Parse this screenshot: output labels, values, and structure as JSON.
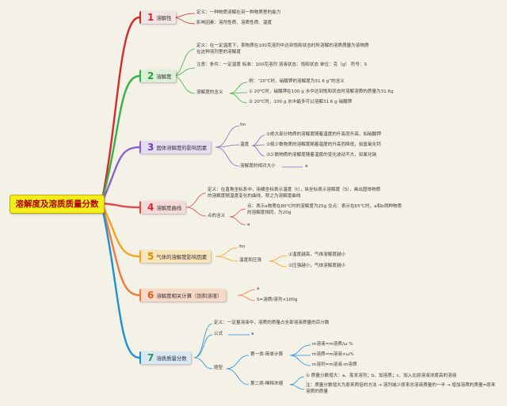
{
  "root": {
    "label": "溶解度及溶质质量分数"
  },
  "branches": [
    {
      "num": "1",
      "label": "溶解性",
      "color": "#d52a2a",
      "bg": "#f0e4e4",
      "numColor": "#d52a2a"
    },
    {
      "num": "2",
      "label": "溶解度",
      "color": "#35b24b",
      "bg": "#dcefd7",
      "numColor": "#2aa03f"
    },
    {
      "num": "3",
      "label": "固体溶解度的影响因素",
      "color": "#8a63c8",
      "bg": "#e4dcf0",
      "numColor": "#6a43b0"
    },
    {
      "num": "4",
      "label": "溶解度曲线",
      "color": "#e04a4a",
      "bg": "#f6dada",
      "numColor": "#d02a2a"
    },
    {
      "num": "5",
      "label": "气体的溶解度影响因素",
      "color": "#f2a41f",
      "bg": "#f8e4bb",
      "numColor": "#e08a00"
    },
    {
      "num": "6",
      "label": "溶解度相关计算（饱和溶液）",
      "color": "#f2793b",
      "bg": "#f8d9c8",
      "numColor": "#e05a1b"
    },
    {
      "num": "7",
      "label": "溶质质量分数",
      "color": "#1e90d8",
      "bg": "#d8e8f4",
      "numColor": "#2a9a4a"
    }
  ],
  "b1": {
    "definition": "定义：一种物质溶解在另一种物质里的能力",
    "factors": "影响因素：溶剂性质、溶质性质、温度"
  },
  "b2": {
    "definition": "定义：在一定温度下，某物质在100克溶剂中达到饱和状态时所溶解的溶质质量为该物质在这种溶剂里的溶解度",
    "note": "注意：条件：一定温度 标准：100克溶剂 溶液状态：饱和状态 单位：克（g） 符号：S",
    "meaning": "溶解度的含义",
    "example": "例：“20℃时，硝酸钾的溶解度为31.6 g”的含义",
    "m1": "① 20℃时，硝酸钾在100 g 水中达到饱和状态时溶解溶质的质量为31.6g",
    "m2": "② 20℃时，100 g 水中最多可以溶解31.6 g 硝酸钾"
  },
  "b3": {
    "fm": "fm",
    "temp": "温度",
    "t1": "①绝大部分物质的溶解度随着温度的升高而升高，如硝酸钾",
    "t2": "②极少数物质的溶解度随着温度的升高而降低，如氢氧化钙",
    "t3": "③少数物质的溶解度随着温度的变化波动不大，如氯化钠",
    "relative": "溶解度的相对大小",
    "a": "a"
  },
  "b4": {
    "definition": "定义：在直角坐标系中，用横坐标表示温度（t），纵坐标表示溶解度（S），画出固体物质的溶解度随温度变化的曲线，称之为溶解度曲线",
    "points": "点的含义",
    "point_desc": "点：表示a物质在80℃时的溶解度为25g 交点：表示在65℃时，a和b两种物质的溶解度相同，为20g",
    "a": "a"
  },
  "b5": {
    "fm": "fm",
    "tp": "温度和压强",
    "g1": "①温度越高，气体溶解度越小",
    "g2": "②压强越小，气体溶解度越小"
  },
  "b6": {
    "a": "a",
    "formula": "S=溶质/溶剂×100g"
  },
  "b7": {
    "definition": "定义：一定量溶液中，溶质的质量占全部溶液质量的百分数",
    "formula": "公式",
    "a": "a",
    "types": "题型",
    "type1": "第一类-简单计算",
    "c1": "m溶液=m溶质/ω %",
    "c2": "m溶质=m溶液×ω%",
    "c3": "m溶剂=m溶液-m溶质",
    "type2": "第二类-稀释浓缩",
    "d1": "① 质量分数增大：a、蒸发溶剂；b、加溶质；c、加入比原溶液浓度高的溶液",
    "d2": "注：质量分数增大为原来两倍的方法 → 溶剂减少原来总溶液质量的一半 → 增加溶质的质量=原来溶质的质量"
  }
}
